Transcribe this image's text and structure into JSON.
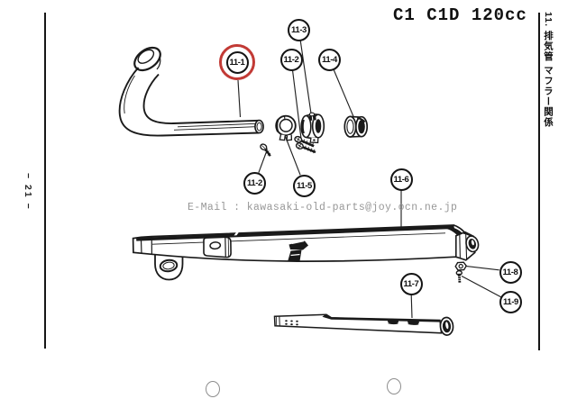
{
  "page": {
    "title": "C1 C1D 120cc",
    "page_number": "− 21 −",
    "side_tab": "11. 排気管 マフラー関係",
    "watermark": "E-Mail : kawasaki-old-parts@joy.ocn.ne.jp"
  },
  "colors": {
    "line": "#1a1a1a",
    "highlight_ring": "#c23a35",
    "watermark_gray": "#979797"
  },
  "callouts": [
    {
      "label": "11-1",
      "highlighted": true
    },
    {
      "label": "11-2",
      "highlighted": false
    },
    {
      "label": "11-3",
      "highlighted": false
    },
    {
      "label": "11-4",
      "highlighted": false
    },
    {
      "label": "11-2",
      "highlighted": false
    },
    {
      "label": "11-5",
      "highlighted": false
    },
    {
      "label": "11-6",
      "highlighted": false
    },
    {
      "label": "11-7",
      "highlighted": false
    },
    {
      "label": "11-8",
      "highlighted": false
    },
    {
      "label": "11-9",
      "highlighted": false
    }
  ]
}
